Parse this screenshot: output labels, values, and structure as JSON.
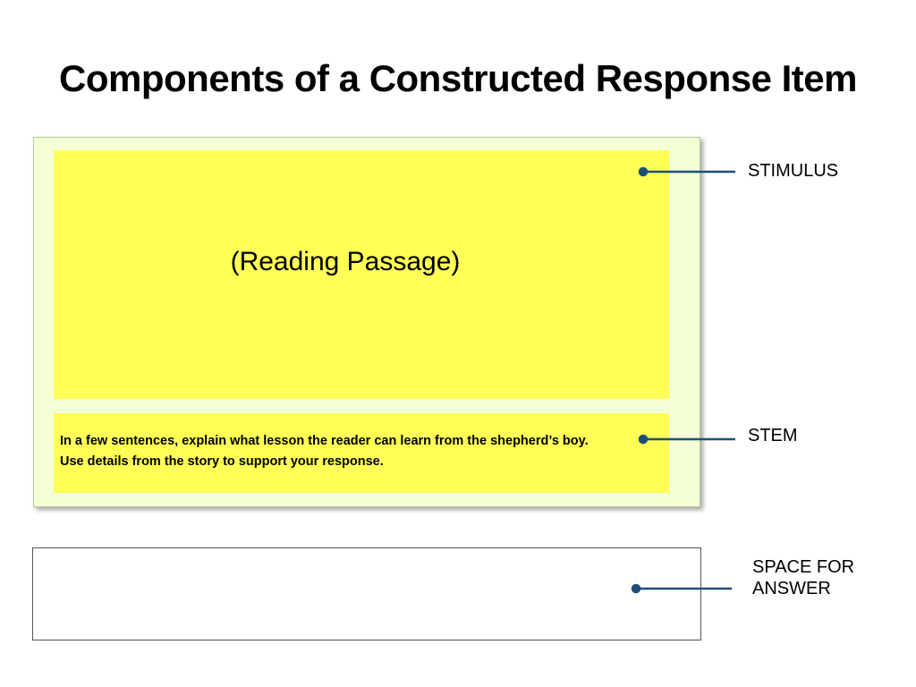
{
  "slide": {
    "title": "Components of a Constructed Response Item"
  },
  "item": {
    "stimulus_text": "(Reading Passage)",
    "stem_text": "In a few sentences, explain what lesson the reader can learn from the shepherd’s boy. Use details from the story to support your response."
  },
  "labels": {
    "stimulus": "STIMULUS",
    "stem": "STEM",
    "answer_line1": "SPACE FOR",
    "answer_line2": "ANSWER"
  },
  "colors": {
    "panel_yellow": "#ffff55",
    "card_background": "#f4ffd6",
    "callout_line": "#1f4e79"
  }
}
